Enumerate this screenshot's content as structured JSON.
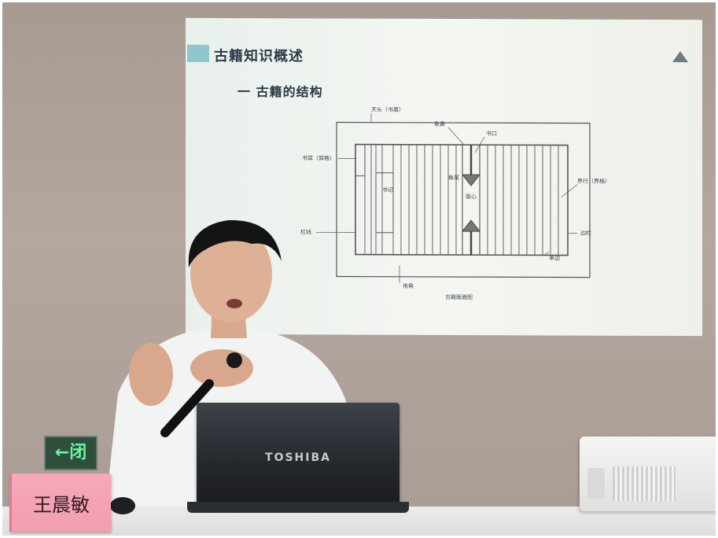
{
  "slide": {
    "title": "古籍知识概述",
    "subtitle": "一  古籍的结构",
    "diagram_labels": {
      "tiantou": "天头（书眉）",
      "xiangbi": "象鼻",
      "shukou": "书口",
      "shuer": "书耳（耳格）",
      "shuji": "书记",
      "yuwei": "鱼尾",
      "banxin": "版心",
      "jiehang": "界行（界格）",
      "lanxian": "栏线",
      "bianlan": "边栏",
      "dijiao": "地角",
      "danbian": "单边",
      "caption": "古籍版面图"
    }
  },
  "laptop": {
    "brand": "TOSHIBA"
  },
  "exit_sign": {
    "text": "←闭"
  },
  "nameplate": {
    "name": "王晨敏"
  },
  "colors": {
    "wall": "#a69a92",
    "screen": "#eef2ee",
    "nameplate": "#f29db0",
    "exit_sign_glow": "#6cf5a4",
    "slide_accent": "#8ec7cf"
  }
}
